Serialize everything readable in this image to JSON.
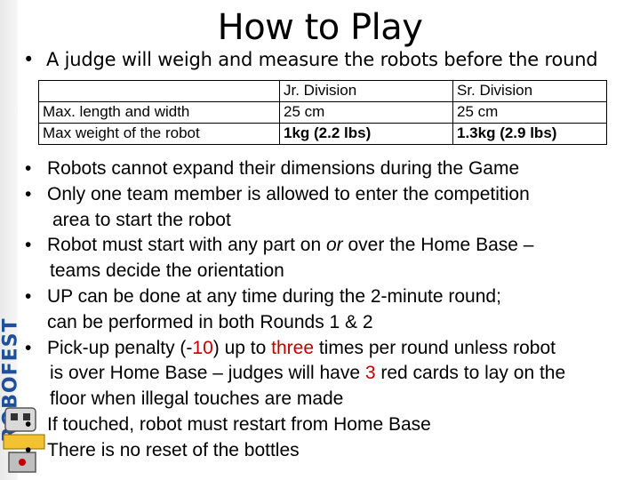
{
  "slide": {
    "title": "How to Play",
    "intro_bullet": "A judge will weigh and measure the robots before the round"
  },
  "spec_table": {
    "rows": [
      [
        "",
        "Jr. Division",
        "Sr. Division"
      ],
      [
        "Max. length and width",
        "25 cm",
        "25 cm"
      ],
      [
        "Max weight of the robot",
        "1kg (2.2 lbs)",
        "1.3kg (2.9 lbs)"
      ]
    ]
  },
  "rules": {
    "r1": "Robots cannot expand their dimensions during the Game",
    "r2a": "Only one team member is allowed to enter the competition",
    "r2b": "area to start the robot",
    "r3a": "Robot must start with any part on ",
    "r3em": "or",
    "r3b": " over the Home Base –",
    "r3c": "teams decide the orientation",
    "r4a": "UP can be done at any time during the 2-minute round;",
    "r4b": "can be performed in both Rounds 1 & 2",
    "r5a": "Pick-up penalty (-",
    "r5_num": "10",
    "r5b": ") up to ",
    "r5_times": "three",
    "r5c": " times per round unless robot",
    "r5d": "is over Home Base – judges will have ",
    "r5_cards": "3",
    "r5e": " red cards to lay on the",
    "r5f": "floor when illegal touches are made",
    "r6": "If touched, robot must restart from Home Base",
    "r7": "There is no reset of the bottles"
  },
  "branding": {
    "logo_text": "ROBOFEST",
    "logo_color": "#1f4f9a",
    "highlight_color": "#c00000",
    "mascot_icon": "robot-mascot-icon"
  }
}
